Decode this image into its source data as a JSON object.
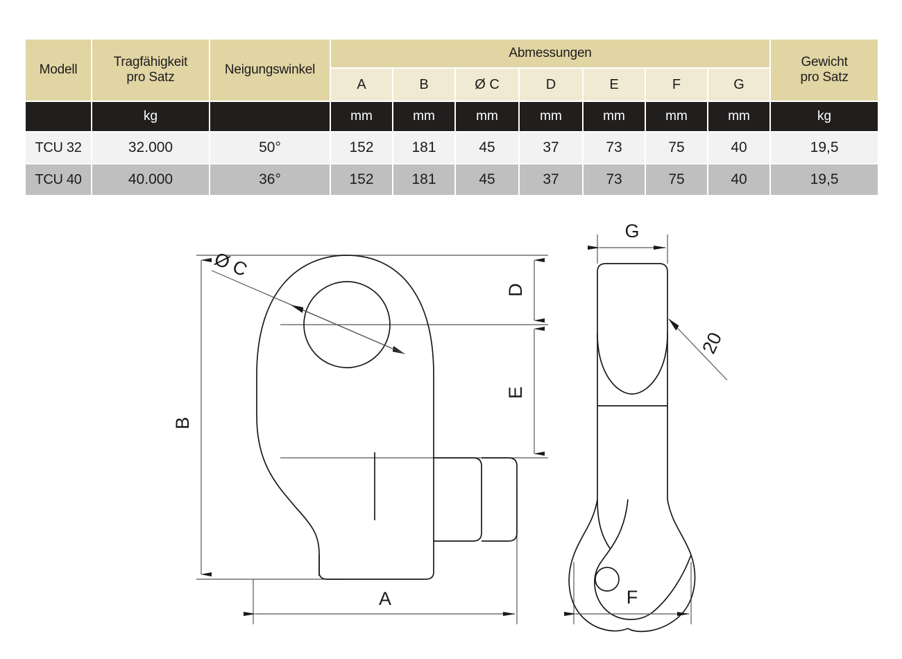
{
  "table": {
    "headers": {
      "model": "Modell",
      "capacity": "Tragfähigkeit\npro Satz",
      "angle": "Neigungswinkel",
      "dimensions_group": "Abmessungen",
      "weight": "Gewicht\npro Satz"
    },
    "capacity_line1": "Tragfähigkeit",
    "capacity_line2": "pro Satz",
    "weight_line1": "Gewicht",
    "weight_line2": "pro Satz",
    "dimension_columns": [
      "A",
      "B",
      "Ø C",
      "D",
      "E",
      "F",
      "G"
    ],
    "units": {
      "model": "",
      "capacity": "kg",
      "angle": "",
      "A": "mm",
      "B": "mm",
      "C": "mm",
      "D": "mm",
      "E": "mm",
      "F": "mm",
      "G": "mm",
      "weight": "kg"
    },
    "rows": [
      {
        "model": "TCU 32",
        "capacity": "32.000",
        "angle": "50°",
        "A": "152",
        "B": "181",
        "C": "45",
        "D": "37",
        "E": "73",
        "F": "75",
        "G": "40",
        "weight": "19,5"
      },
      {
        "model": "TCU 40",
        "capacity": "40.000",
        "angle": "36°",
        "A": "152",
        "B": "181",
        "C": "45",
        "D": "37",
        "E": "73",
        "F": "75",
        "G": "40",
        "weight": "19,5"
      }
    ]
  },
  "drawing": {
    "front_view": {
      "labels": {
        "bore_diameter": "Ø C",
        "height_B": "B",
        "width_A": "A",
        "offset_D": "D",
        "height_E": "E"
      }
    },
    "side_view": {
      "labels": {
        "width_G": "G",
        "width_F": "F",
        "radius_note": "20"
      }
    }
  },
  "colors": {
    "header_tan": "#e2d5a4",
    "subheader_tan": "#f0ead2",
    "unit_black": "#211f1e",
    "row_light": "#f2f2f2",
    "row_dark": "#bfbfbf",
    "line": "#1a1a1a"
  }
}
